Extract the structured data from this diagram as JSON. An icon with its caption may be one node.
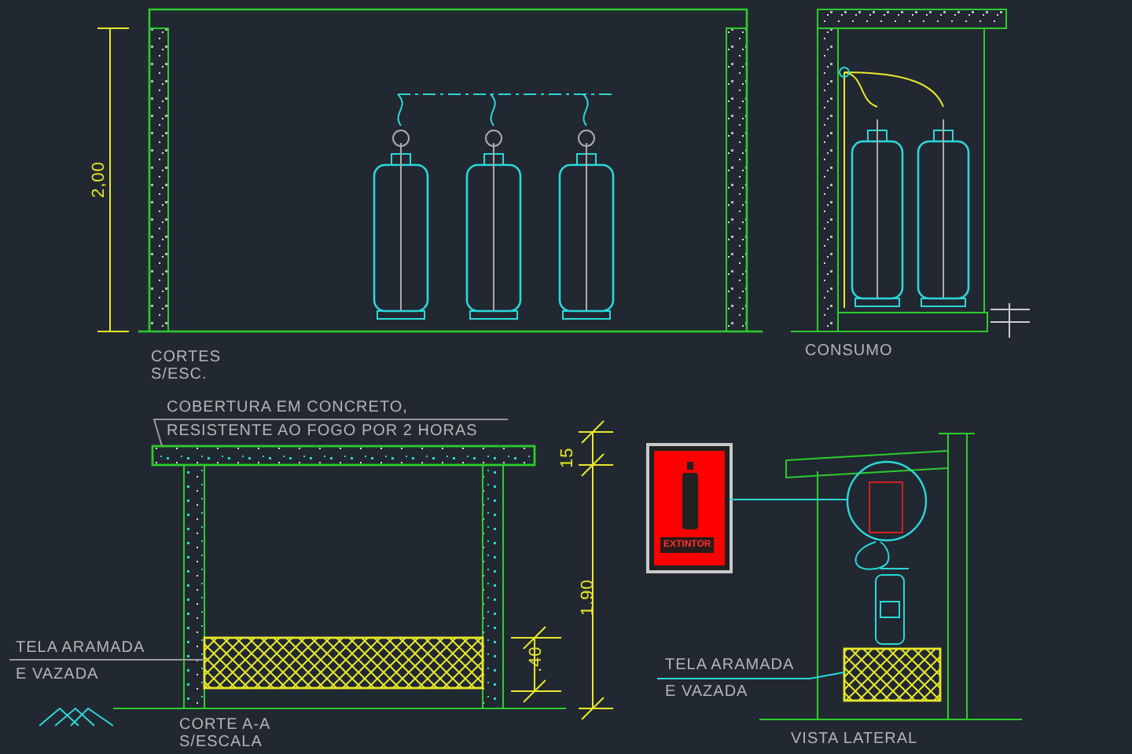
{
  "diagram": {
    "nodes": [
      {
        "text": [
          "COBERTURA EM CONCRETO, RESISTENTE AO FOGO POR 2 HORAS"
        ]
      },
      {
        "text": [],
        "shape": "bar"
      },
      {
        "text": [
          "TELA ARAMADA E VAZADA"
        ]
      },
      {
        "text": [],
        "shape": "box"
      },
      {
        "text": [
          "EXTINTOR"
        ]
      },
      {
        "text": [],
        "shape": "circle"
      },
      {
        "text": [
          "TELA ARAMADA E VAZADA"
        ]
      },
      {
        "text": [],
        "shape": "box"
      }
    ],
    "edges": [
      {
        "from": 0,
        "to": 1,
        "arrow": "none"
      },
      {
        "from": 2,
        "to": 3,
        "arrow": "none"
      },
      {
        "from": 4,
        "to": 5,
        "arrow": "none",
        "color": "#2ad8d8"
      },
      {
        "from": 6,
        "to": 7,
        "arrow": "none",
        "color": "#2ad8d8"
      }
    ],
    "labels": [
      "2,00",
      "CORTES",
      "S/ESC.",
      "CONSUMO",
      "15",
      "1.90",
      ".40",
      "CORTE A-A",
      "S/ESCALA",
      "VISTA LATERAL"
    ]
  }
}
